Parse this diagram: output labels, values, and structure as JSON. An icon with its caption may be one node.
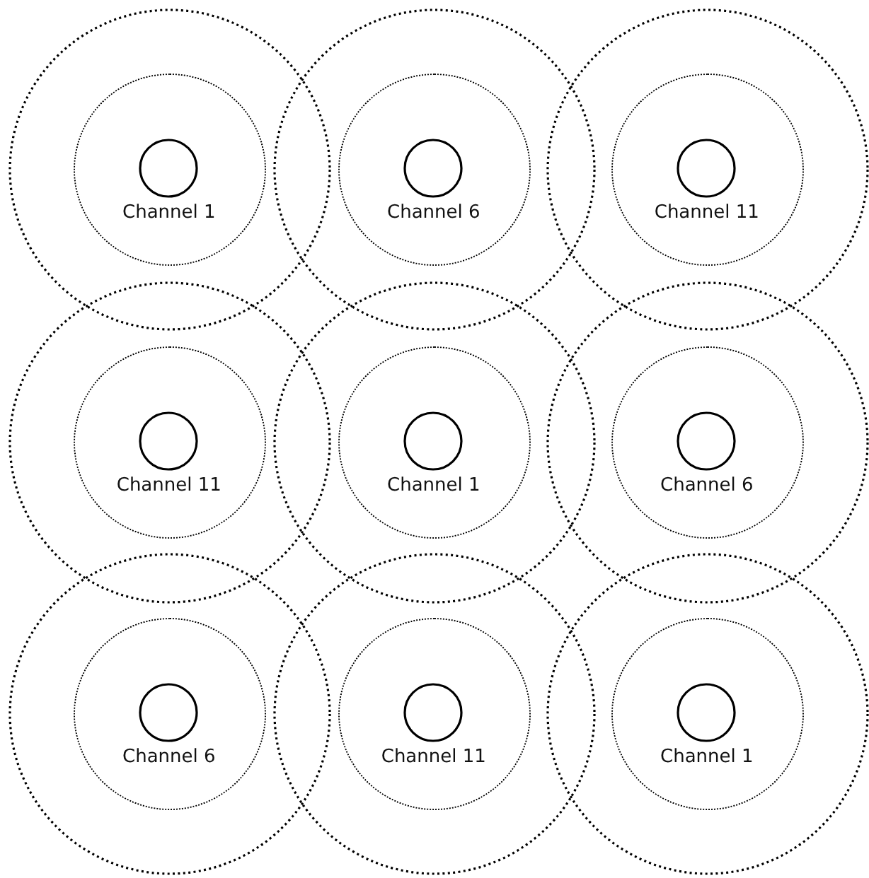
{
  "diagram": {
    "nodes": [
      {
        "text": [
          "Channel 1"
        ]
      },
      {
        "text": [
          "Channel 6"
        ]
      },
      {
        "text": [
          "Channel 11"
        ]
      },
      {
        "text": [
          "Channel 11"
        ]
      },
      {
        "text": [
          "Channel 1"
        ]
      },
      {
        "text": [
          "Channel 6"
        ]
      },
      {
        "text": [
          "Channel 6"
        ]
      },
      {
        "text": [
          "Channel 11"
        ]
      },
      {
        "text": [
          "Channel 1"
        ]
      }
    ]
  }
}
